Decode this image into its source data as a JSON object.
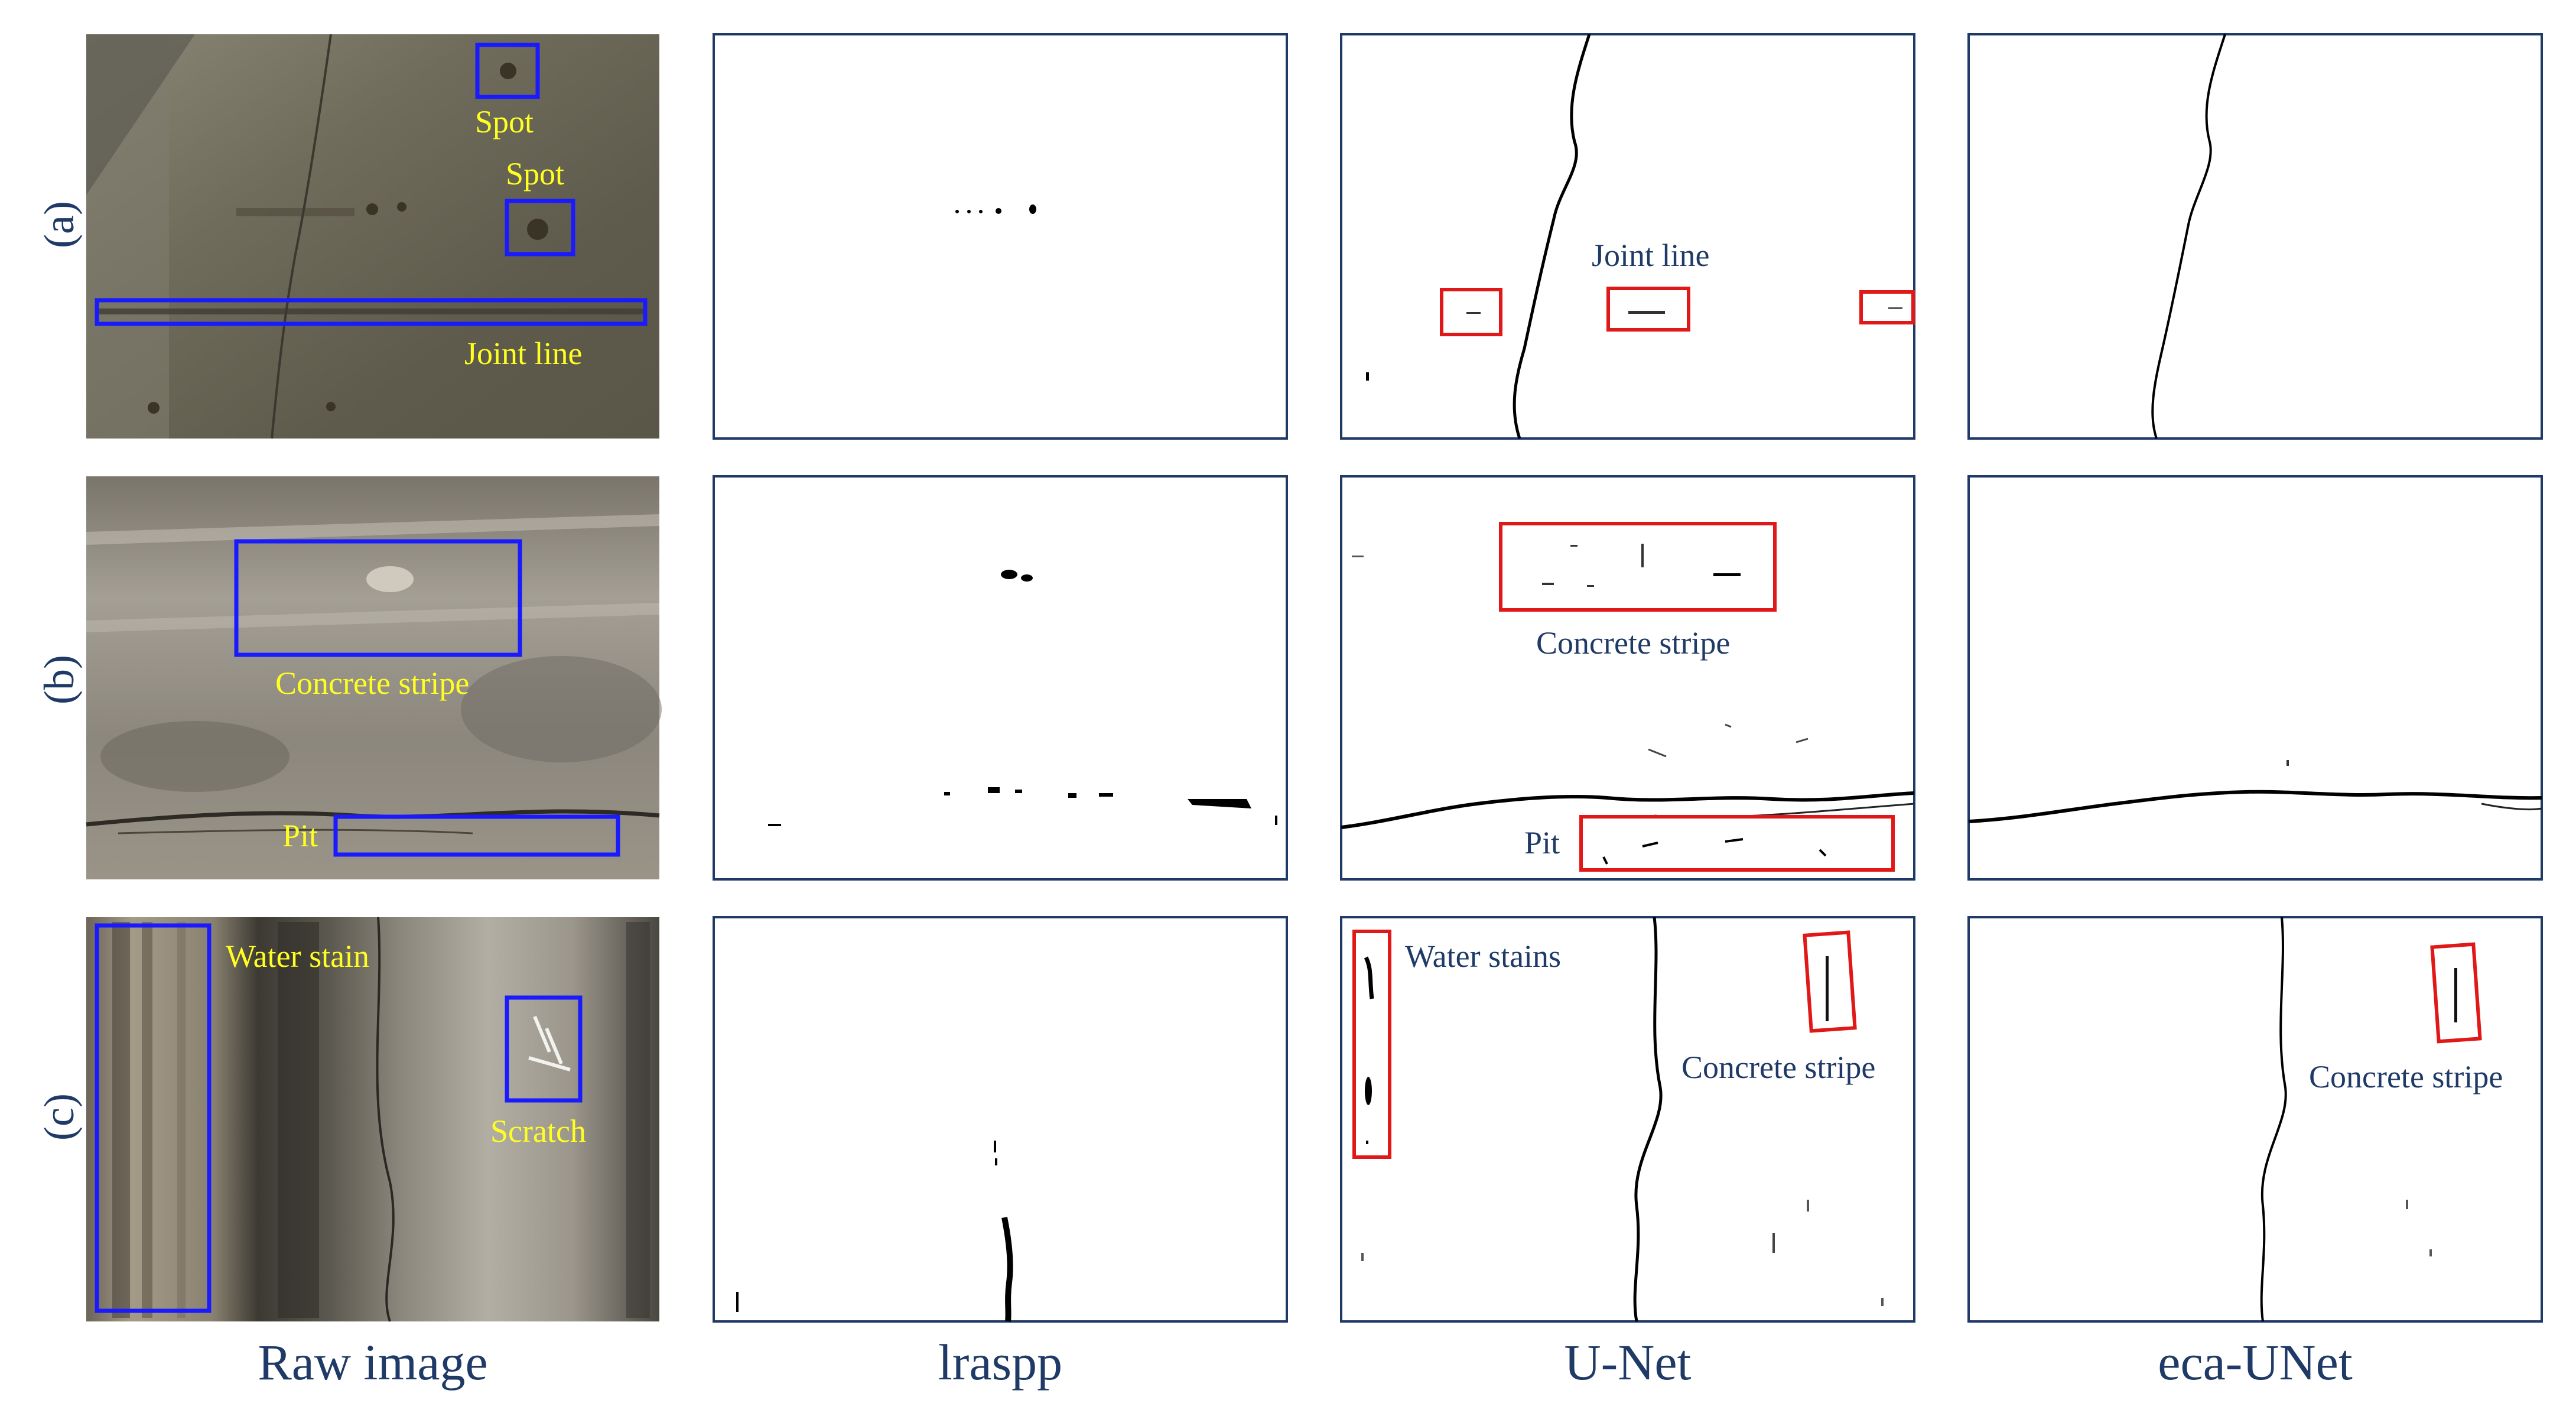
{
  "columns": [
    "Raw image",
    "lraspp",
    "U-Net",
    "eca-UNet"
  ],
  "rows": [
    "(a)",
    "(b)",
    "(c)"
  ],
  "annotations": {
    "a_raw_spot_1": "Spot",
    "a_raw_spot_2": "Spot",
    "a_raw_joint": "Joint line",
    "a_unet_joint": "Joint line",
    "b_raw_stripe": "Concrete stripe",
    "b_raw_pit": "Pit",
    "b_unet_stripe": "Concrete stripe",
    "b_unet_pit": "Pit",
    "c_raw_water": "Water stain",
    "c_raw_scratch": "Scratch",
    "c_unet_water": "Water stains",
    "c_unet_stripe": "Concrete stripe",
    "c_eca_stripe": "Concrete stripe"
  },
  "colors": {
    "frame": "#1f3a66",
    "box_raw": "#1a1aff",
    "box_result": "#e01818",
    "label_raw": "#ffff22",
    "label_result": "#1f3a66"
  }
}
